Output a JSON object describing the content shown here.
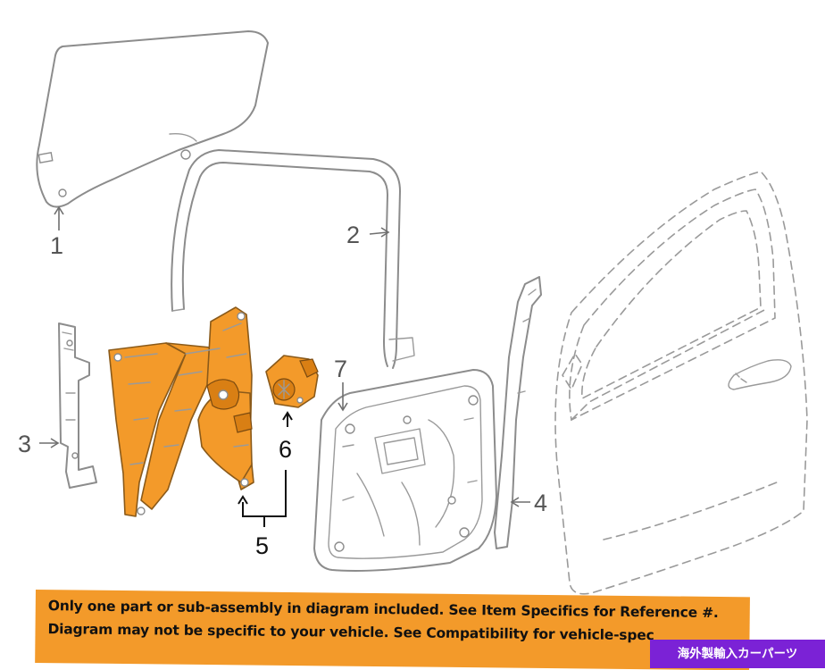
{
  "callouts": {
    "glass": "1",
    "channel": "2",
    "guide_left": "3",
    "guide_right": "4",
    "regulator_assembly": "5",
    "motor": "6",
    "deadener": "7"
  },
  "banner": {
    "line1": "Only one part or sub-assembly in diagram included. See Item Specifics for Reference #.",
    "line2": "Diagram may not be specific to your vehicle. See Compatibility for vehicle-spec"
  },
  "corner_label": "海外製輸入カーパーツ",
  "colors": {
    "highlight": "#f39a2a",
    "corner_badge": "#7b22d6",
    "line_art": "#8c8c8c"
  }
}
